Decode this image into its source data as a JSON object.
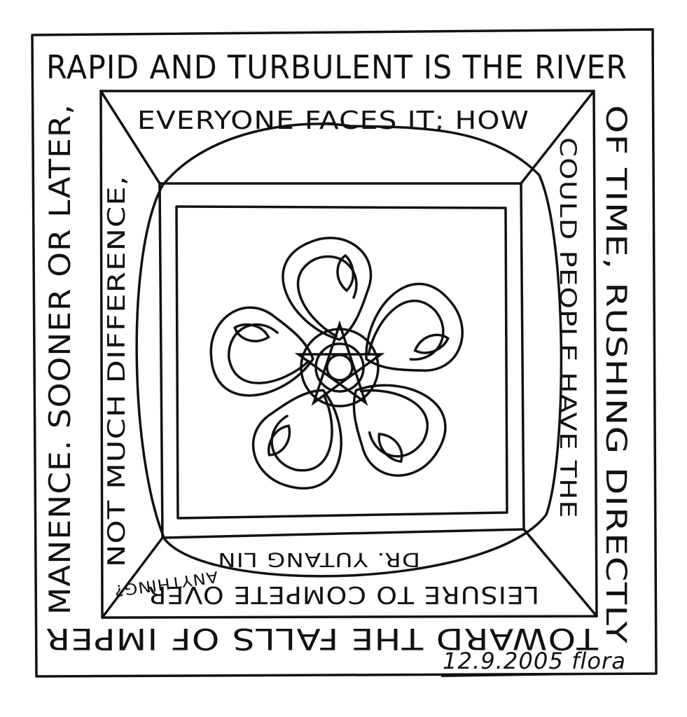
{
  "art": {
    "ink_color": "#111111",
    "paper_color": "#ffffff",
    "top_text": "RAPID AND TURBULENT IS THE RIVER",
    "right_text": "OF TIME, RUSHING DIRECTLY",
    "bottom_text": "TOWARD THE FALLS OF IMPER",
    "left_text": "MANENCE. SOONER OR LATER,",
    "inner_top_text": "EVERYONE FACES IT; HOW",
    "inner_right_text": "COULD PEOPLE HAVE THE",
    "inner_bottom_text": "LEISURE TO COMPETE OVER",
    "inner_bottom_text_2": "ANYTHING?",
    "inner_left_text": "NOT MUCH DIFFERENCE,",
    "author_text": "DR. YUTANG LIN",
    "signature": "12.9.2005 flora",
    "central_motif": "flower-mandala"
  }
}
